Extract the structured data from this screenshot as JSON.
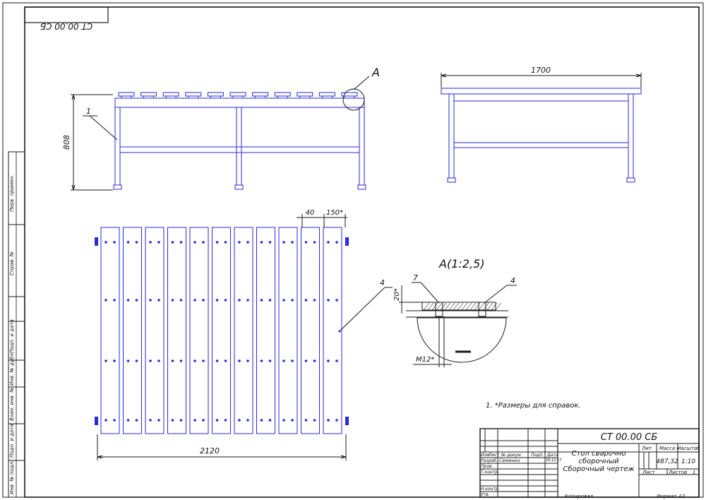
{
  "sheet": {
    "stamp_code_mirrored": "СТ 00.00 СБ",
    "side_labels": [
      "Перв. примен.",
      "Справ. №",
      "Подп. и дата",
      "Инв. № дубл.",
      "Взам. инв. №",
      "Подп. и дата",
      "Инв. № подл."
    ]
  },
  "views": {
    "front": {
      "height_dim": "808",
      "leader_1": "1",
      "detail_ref": "A"
    },
    "side": {
      "width_dim": "1700"
    },
    "plan": {
      "dim_40": "40",
      "dim_150": "150*",
      "length_dim": "2120",
      "leader_4": "4"
    },
    "detail": {
      "title": "A(1:2,5)",
      "leader_7": "7",
      "leader_4": "4",
      "dim_20": "20*",
      "dim_m12": "M12*"
    }
  },
  "note": "1. *Размеры для справок.",
  "title_block": {
    "code": "СТ 00.00 СБ",
    "name_lines": [
      "Стол сварочно",
      "сборочный",
      "Сборочный чертеж"
    ],
    "col_headers": [
      "Изм",
      "Лист",
      "№ докум.",
      "Подп.",
      "Дата"
    ],
    "roles": [
      "Разраб.",
      "Пров.",
      "Т.контр.",
      "",
      "Н.контр.",
      "Утв."
    ],
    "developer": "Семенко",
    "date": "16.12.17",
    "lit_label": "Лит.",
    "mass_label": "Масса",
    "scale_label": "Масштаб",
    "mass": "487,32",
    "scale": "1:10",
    "sheet_label": "Лист",
    "sheets_label": "Листов",
    "sheets": "1",
    "copied": "Копировал",
    "format_label": "Формат",
    "format": "А2"
  }
}
